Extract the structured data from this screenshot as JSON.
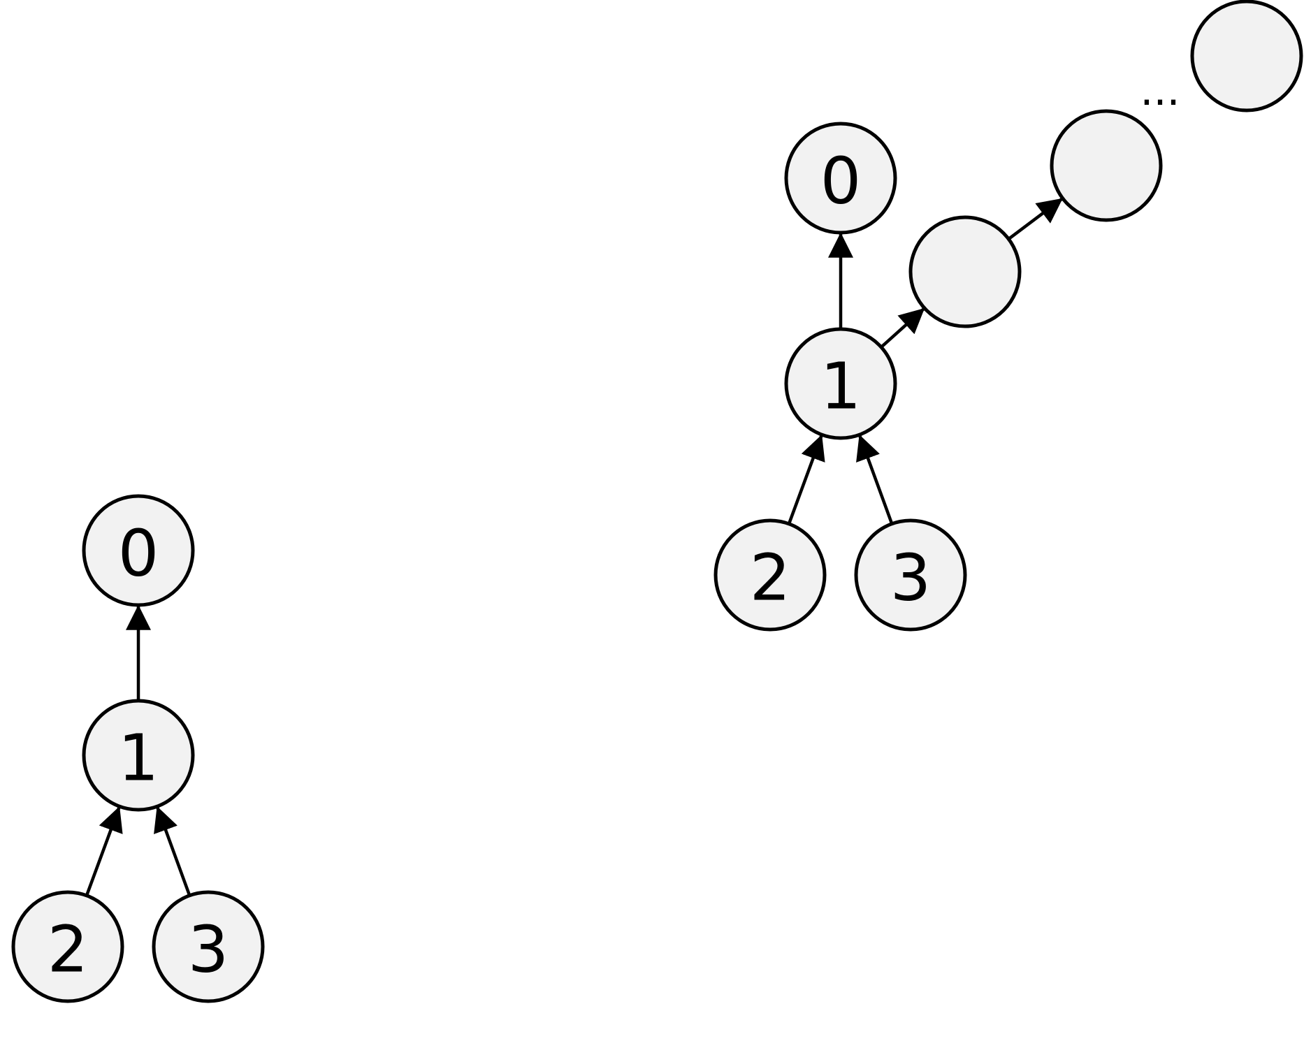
{
  "colors": {
    "node_fill": "#f2f2f2",
    "node_stroke": "#000000",
    "edge": "#000000",
    "background": "#ffffff"
  },
  "left_tree": {
    "nodes": [
      {
        "id": "L0",
        "label": "0"
      },
      {
        "id": "L1",
        "label": "1"
      },
      {
        "id": "L2",
        "label": "2"
      },
      {
        "id": "L3",
        "label": "3"
      }
    ],
    "edges": [
      {
        "from": "L1",
        "to": "L0"
      },
      {
        "from": "L2",
        "to": "L1"
      },
      {
        "from": "L3",
        "to": "L1"
      }
    ]
  },
  "right_tree": {
    "nodes": [
      {
        "id": "R0",
        "label": "0"
      },
      {
        "id": "R1",
        "label": "1"
      },
      {
        "id": "R2",
        "label": "2"
      },
      {
        "id": "R3",
        "label": "3"
      },
      {
        "id": "C1",
        "label": ""
      },
      {
        "id": "C2",
        "label": ""
      },
      {
        "id": "C3",
        "label": ""
      }
    ],
    "edges": [
      {
        "from": "R1",
        "to": "R0"
      },
      {
        "from": "R2",
        "to": "R1"
      },
      {
        "from": "R3",
        "to": "R1"
      },
      {
        "from": "R1",
        "to": "C1"
      },
      {
        "from": "C1",
        "to": "C2"
      }
    ],
    "ellipsis": "..."
  }
}
